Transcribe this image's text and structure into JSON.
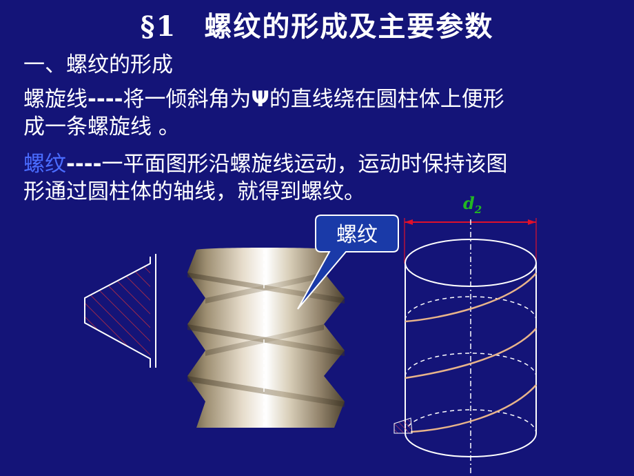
{
  "title": {
    "section": "§1",
    "text": "螺纹的形成及主要参数"
  },
  "subsection": "一、螺纹的形成",
  "helix_def": {
    "term": "螺旋线",
    "dash": "----",
    "text_a": "将一倾斜角为",
    "symbol": "Ψ",
    "text_b": "的直线绕在圆柱体上便形",
    "line2": "成一条螺旋线 。"
  },
  "thread_def": {
    "term": "螺纹",
    "dash": "----",
    "text_a": "一平面图形沿螺旋线运动，运动时保持该图",
    "line2": "形通过圆柱体的轴线，就得到螺纹。"
  },
  "figure": {
    "callout_label": "螺纹",
    "dimension_label": "d",
    "dimension_subscript": "2"
  },
  "colors": {
    "background": "#141478",
    "term_highlight": "#4a6cff",
    "callout_fill": "#1a3aa8",
    "dimension_line": "#e0102a",
    "helix_line": "#e8b48a",
    "dimension_label": "#22b822"
  }
}
